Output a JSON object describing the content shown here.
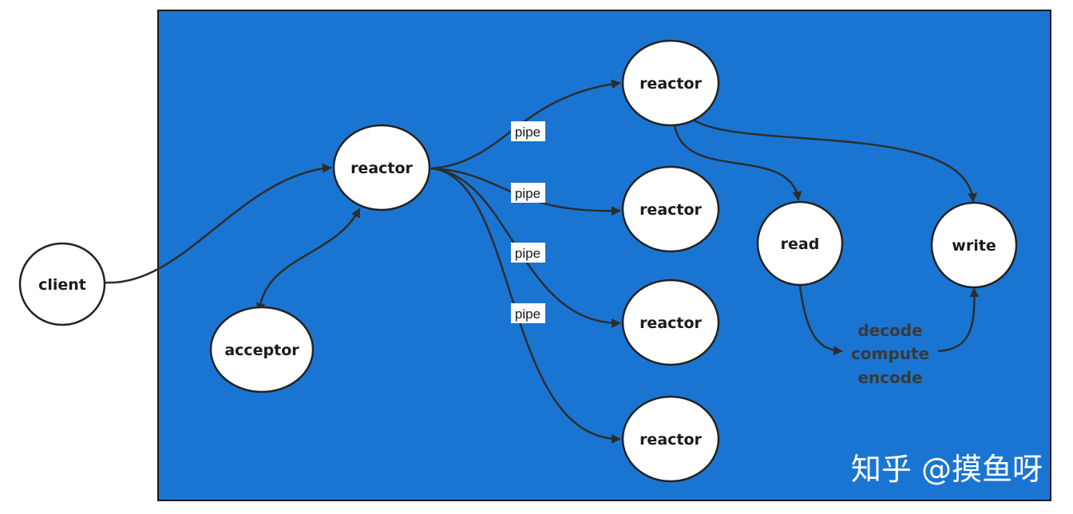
{
  "colors": {
    "background_panel": "#1a75d2",
    "panel_border": "#1a1a1a",
    "node_fill": "#ffffff",
    "node_stroke": "#222222",
    "edge": "#2d2d2d",
    "process_text": "#3a3a3a",
    "pipe_label_bg": "#ffffff",
    "watermark": "#ffffff"
  },
  "nodes": {
    "client": "client",
    "acceptor": "acceptor",
    "main_reactor": "reactor",
    "sub_reactor_1": "reactor",
    "sub_reactor_2": "reactor",
    "sub_reactor_3": "reactor",
    "sub_reactor_4": "reactor",
    "read": "read",
    "write": "write"
  },
  "edge_labels": {
    "pipe_1": "pipe",
    "pipe_2": "pipe",
    "pipe_3": "pipe",
    "pipe_4": "pipe"
  },
  "process_steps": [
    "decode",
    "compute",
    "encode"
  ],
  "watermark": "知乎 @摸鱼呀"
}
